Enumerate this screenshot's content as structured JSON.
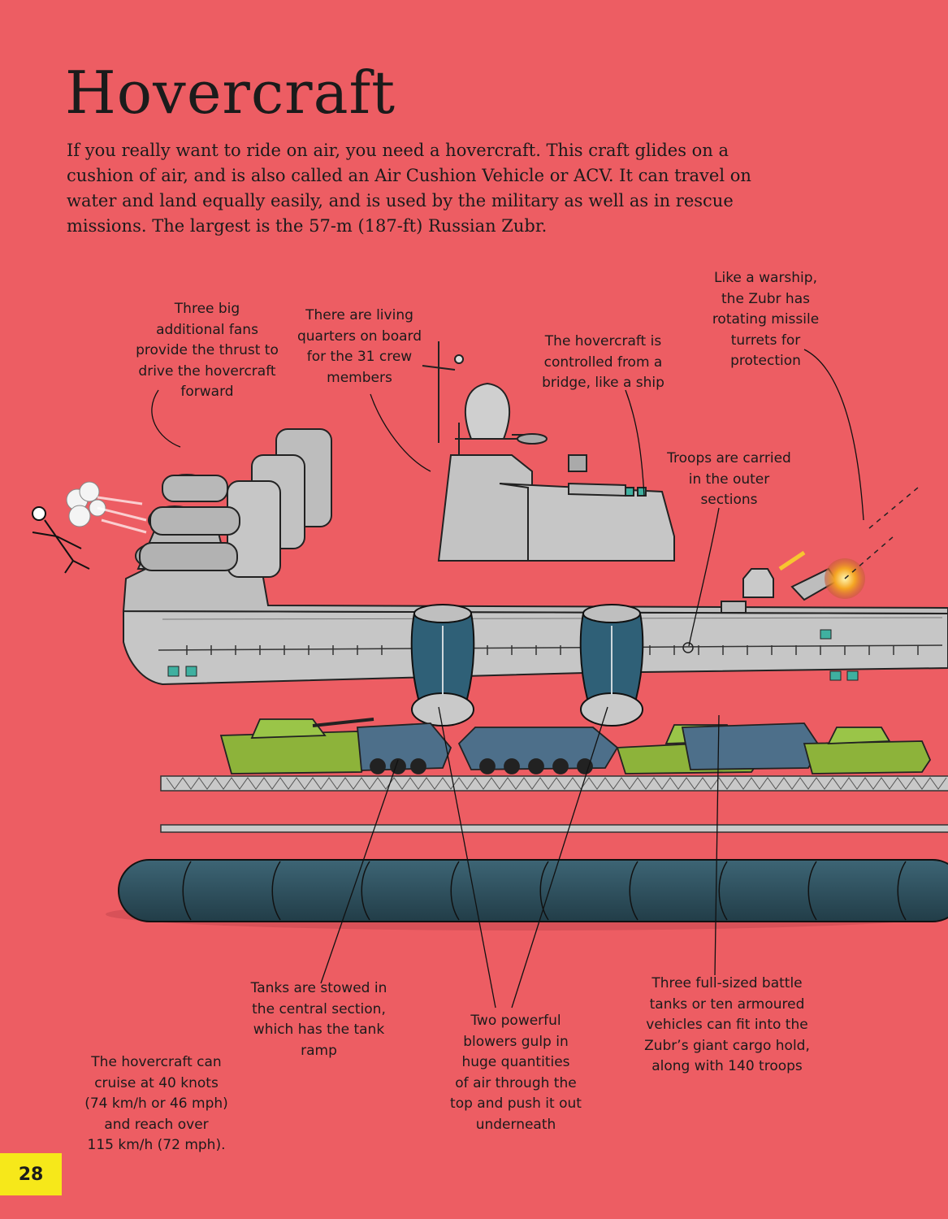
{
  "page": {
    "title": "Hovercraft",
    "intro": "If you really want to ride on air, you need a hovercraft. This craft glides on a cushion of air, and is also called an Air Cushion Vehicle or ACV. It can travel on water and land equally easily, and is used by the military as well as in rescue missions. The largest is the 57-m (187-ft) Russian Zubr.",
    "page_number": "28"
  },
  "captions": {
    "fans": "Three big\nadditional fans\nprovide the thrust to\ndrive the hovercraft\nforward",
    "living": "There are living\nquarters on board\nfor the 31 crew\nmembers",
    "bridge": "The hovercraft is\ncontrolled from a\nbridge, like a ship",
    "turrets": "Like a warship,\nthe Zubr has\nrotating missile\nturrets for\nprotection",
    "troops": "Troops are carried\nin the outer\nsections",
    "tanks": "Tanks are stowed in\nthe central section,\nwhich has the tank\nramp",
    "blowers": "Two powerful\nblowers gulp in\nhuge quantities\nof air through the\ntop and push it out\nunderneath",
    "cargo": "Three full-sized battle\ntanks or ten armoured\nvehicles can fit into the\nZubr’s giant cargo hold,\nalong with 140 troops",
    "speed": "The hovercraft can\ncruise at 40 knots\n(74 km/h or 46 mph)\nand reach over\n115 km/h (72 mph)."
  },
  "colors": {
    "background": "#ed5d63",
    "hull": "#c9c9c9",
    "skirt": "#2e4f5c",
    "tank_green": "#8db33a",
    "armour_blue": "#4d6f8a",
    "page_badge": "#f6e81a"
  }
}
